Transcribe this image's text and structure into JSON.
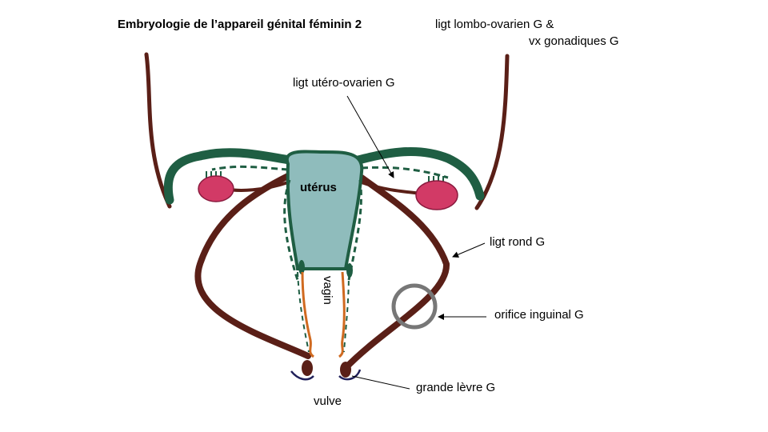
{
  "title": "Embryologie de l’appareil génital féminin 2",
  "labels": {
    "lombo_line1": "ligt lombo-ovarien G &",
    "lombo_line2": "vx gonadiques G",
    "utero_ovarien": "ligt utéro-ovarien G",
    "uterus": "utérus",
    "vagin": "vagin",
    "ligt_rond": "ligt rond G",
    "orifice_inguinal": "orifice inguinal G",
    "grande_levre": "grande lèvre G",
    "vulve": "vulve"
  },
  "colors": {
    "tube": "#1f5e43",
    "ligament": "#5a1f17",
    "ovary": "#d23a66",
    "uterus": "#8fbcbc",
    "vagina_wall": "#d06a20",
    "labia_outline": "#20205a",
    "ring": "#777777"
  }
}
